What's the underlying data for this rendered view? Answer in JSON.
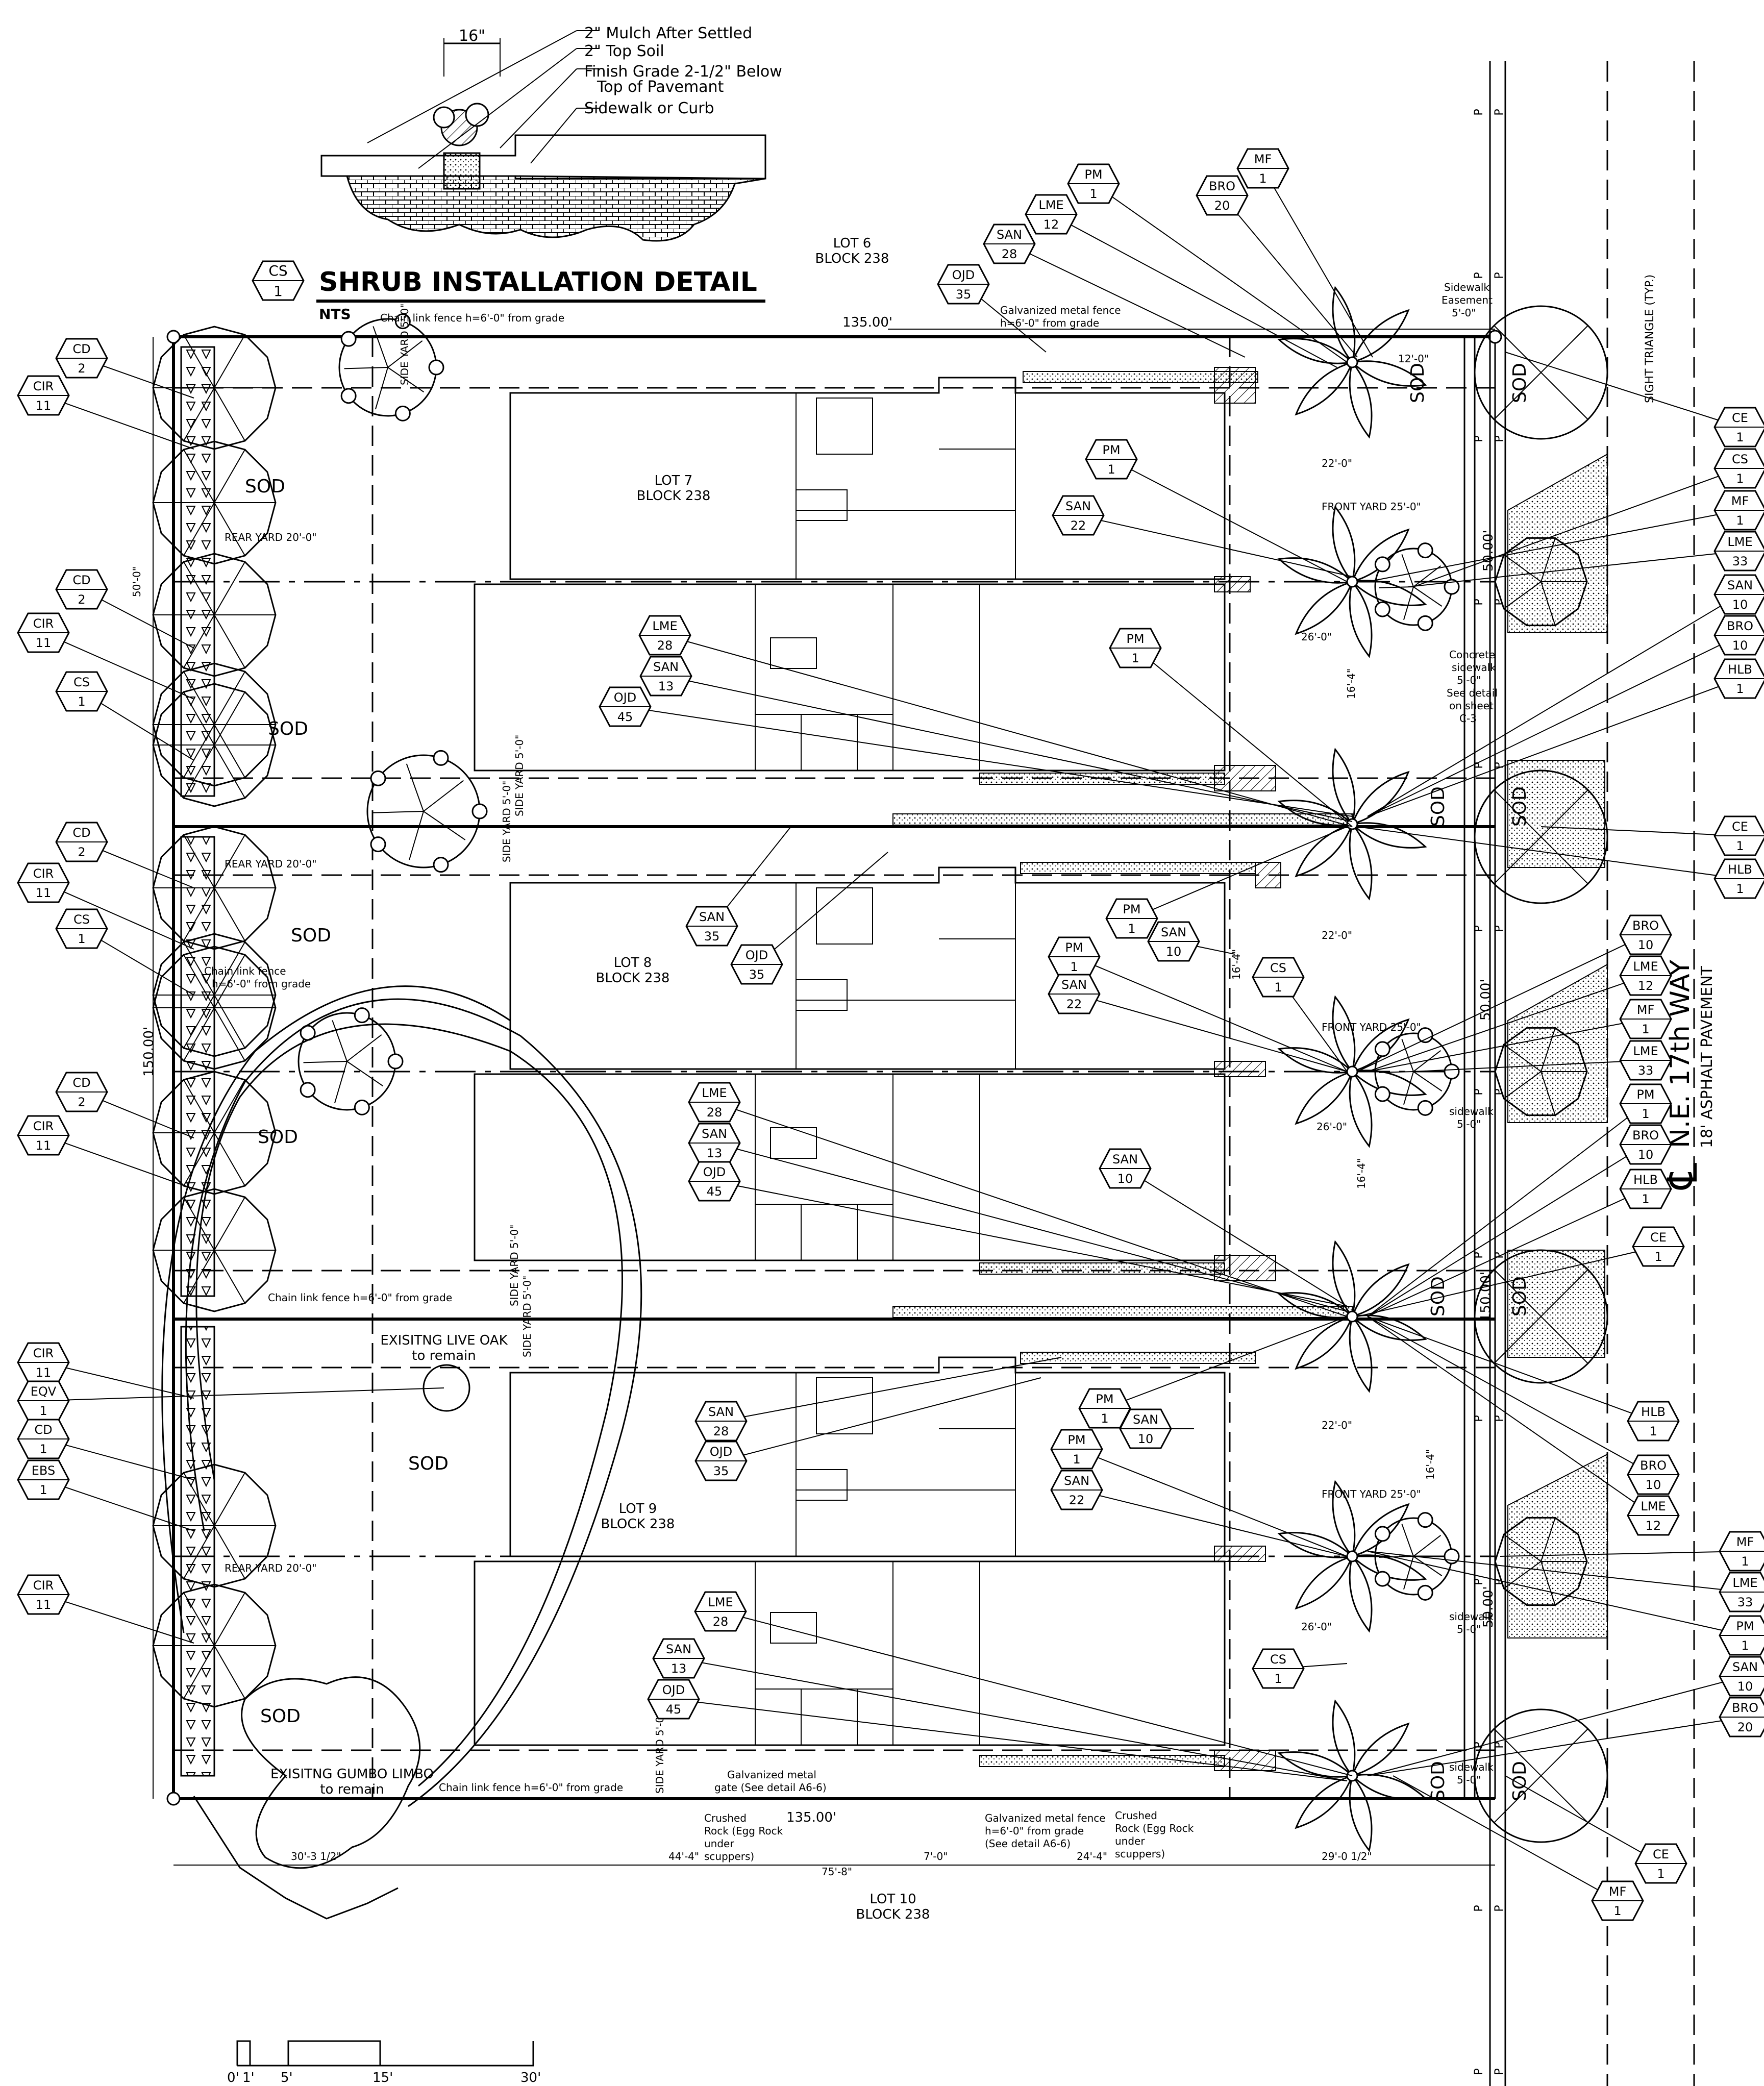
{
  "detail": {
    "title": "SHRUB INSTALLATION DETAIL",
    "scale_note": "NTS",
    "tag_code": "CS",
    "tag_qty": "1",
    "dim_width": "16\"",
    "callouts": [
      "2\" Mulch After Settled",
      "2\" Top Soil",
      "Finish Grade 2-1/2\" Below",
      "Top of Pavemant",
      "Sidewalk or Curb"
    ]
  },
  "lots": [
    {
      "lot": "LOT 6",
      "block": "BLOCK 238"
    },
    {
      "lot": "LOT 7",
      "block": "BLOCK 238"
    },
    {
      "lot": "LOT 8",
      "block": "BLOCK 238"
    },
    {
      "lot": "LOT 9",
      "block": "BLOCK 238"
    },
    {
      "lot": "LOT 10",
      "block": "BLOCK 238"
    }
  ],
  "street": {
    "name": "N.E. 17th WAY",
    "pavement": "18' ASPHALT PAVEMENT",
    "sight_triangle": "SIGHT TRIANGLE (TYP.)",
    "centerline_symbol": "℄"
  },
  "existing": {
    "live_oak": "EXISITNG LIVE OAK",
    "live_oak_sub": "to remain",
    "gumbo_limbo": "EXISITNG GUMBO LIMBO",
    "gumbo_limbo_sub": "to remain"
  },
  "labels": {
    "sod": "SOD",
    "rear_yard": "REAR YARD 20'-0\"",
    "front_yard": "FRONT YARD 25'-0\"",
    "side_yard": "SIDE YARD 5'-0\"",
    "chain_fence": "Chain link fence h=6'-0\" from grade",
    "galv_fence_1": "Galvanized metal fence",
    "galv_fence_2": "h=6'-0\" from grade",
    "galv_gate_1": "Galvanized metal",
    "galv_gate_2": "gate (See detail A6-6)",
    "galv_fence_b1": "Galvanized metal fence",
    "galv_fence_b2": "h=6'-0\" from grade",
    "galv_fence_b3": "(See detail A6-6)",
    "rock_1": "Crushed",
    "rock_2": "Rock (Egg Rock",
    "rock_3": "under",
    "rock_4": "scuppers)",
    "sidewalk_easement_1": "Sidewalk",
    "sidewalk_easement_2": "Easement",
    "sidewalk_easement_3": "5'-0\"",
    "concrete_sidewalk": [
      "Concrete",
      "sidewalk",
      "5'-0\"",
      "See detail",
      "on sheet",
      "C-3"
    ],
    "sidewalk_small": "sidewalk",
    "sidewalk_small_dim": "5'-0\"",
    "chain_fence_mid_1": "Chain link fence",
    "chain_fence_mid_2": "h=6'-0\" from grade"
  },
  "dimensions": {
    "d135": "135.00'",
    "d150": "150.00'",
    "d50": "50.00'",
    "d50ft": "50'-0\"",
    "d22": "22'-0\"",
    "d26": "26'-0\"",
    "d16_4": "16'-4\"",
    "d12": "12'-0\"",
    "bottom": [
      "30'-3 1/2\"",
      "44'-4\"",
      "75'-8\"",
      "7'-0\"",
      "24'-4\"",
      "29'-0 1/2\""
    ]
  },
  "scale_bar": [
    "0'",
    "1'",
    "5'",
    "15'",
    "30'"
  ],
  "tags": [
    {
      "code": "CD",
      "qty": "2"
    },
    {
      "code": "CIR",
      "qty": "11"
    },
    {
      "code": "CD",
      "qty": "2"
    },
    {
      "code": "CIR",
      "qty": "11"
    },
    {
      "code": "CS",
      "qty": "1"
    },
    {
      "code": "CD",
      "qty": "2"
    },
    {
      "code": "CIR",
      "qty": "11"
    },
    {
      "code": "CS",
      "qty": "1"
    },
    {
      "code": "CD",
      "qty": "2"
    },
    {
      "code": "CIR",
      "qty": "11"
    },
    {
      "code": "CIR",
      "qty": "11"
    },
    {
      "code": "EQV",
      "qty": "1"
    },
    {
      "code": "CD",
      "qty": "1"
    },
    {
      "code": "EBS",
      "qty": "1"
    },
    {
      "code": "CIR",
      "qty": "11"
    },
    {
      "code": "OJD",
      "qty": "35"
    },
    {
      "code": "SAN",
      "qty": "28"
    },
    {
      "code": "LME",
      "qty": "12"
    },
    {
      "code": "PM",
      "qty": "1"
    },
    {
      "code": "BRO",
      "qty": "20"
    },
    {
      "code": "MF",
      "qty": "1"
    },
    {
      "code": "PM",
      "qty": "1"
    },
    {
      "code": "SAN",
      "qty": "22"
    },
    {
      "code": "LME",
      "qty": "28"
    },
    {
      "code": "SAN",
      "qty": "13"
    },
    {
      "code": "OJD",
      "qty": "45"
    },
    {
      "code": "PM",
      "qty": "1"
    },
    {
      "code": "SAN",
      "qty": "35"
    },
    {
      "code": "OJD",
      "qty": "35"
    },
    {
      "code": "PM",
      "qty": "1"
    },
    {
      "code": "SAN",
      "qty": "10"
    },
    {
      "code": "PM",
      "qty": "1"
    },
    {
      "code": "SAN",
      "qty": "22"
    },
    {
      "code": "CS",
      "qty": "1"
    },
    {
      "code": "LME",
      "qty": "28"
    },
    {
      "code": "SAN",
      "qty": "13"
    },
    {
      "code": "OJD",
      "qty": "45"
    },
    {
      "code": "SAN",
      "qty": "10"
    },
    {
      "code": "SAN",
      "qty": "28"
    },
    {
      "code": "OJD",
      "qty": "35"
    },
    {
      "code": "PM",
      "qty": "1"
    },
    {
      "code": "SAN",
      "qty": "10"
    },
    {
      "code": "PM",
      "qty": "1"
    },
    {
      "code": "SAN",
      "qty": "22"
    },
    {
      "code": "LME",
      "qty": "28"
    },
    {
      "code": "SAN",
      "qty": "13"
    },
    {
      "code": "OJD",
      "qty": "45"
    },
    {
      "code": "CS",
      "qty": "1"
    },
    {
      "code": "CE",
      "qty": "1"
    },
    {
      "code": "CS",
      "qty": "1"
    },
    {
      "code": "MF",
      "qty": "1"
    },
    {
      "code": "LME",
      "qty": "33"
    },
    {
      "code": "SAN",
      "qty": "10"
    },
    {
      "code": "BRO",
      "qty": "10"
    },
    {
      "code": "HLB",
      "qty": "1"
    },
    {
      "code": "CE",
      "qty": "1"
    },
    {
      "code": "HLB",
      "qty": "1"
    },
    {
      "code": "BRO",
      "qty": "10"
    },
    {
      "code": "LME",
      "qty": "12"
    },
    {
      "code": "MF",
      "qty": "1"
    },
    {
      "code": "LME",
      "qty": "33"
    },
    {
      "code": "PM",
      "qty": "1"
    },
    {
      "code": "BRO",
      "qty": "10"
    },
    {
      "code": "HLB",
      "qty": "1"
    },
    {
      "code": "CE",
      "qty": "1"
    },
    {
      "code": "HLB",
      "qty": "1"
    },
    {
      "code": "BRO",
      "qty": "10"
    },
    {
      "code": "LME",
      "qty": "12"
    },
    {
      "code": "MF",
      "qty": "1"
    },
    {
      "code": "LME",
      "qty": "33"
    },
    {
      "code": "PM",
      "qty": "1"
    },
    {
      "code": "SAN",
      "qty": "10"
    },
    {
      "code": "BRO",
      "qty": "20"
    },
    {
      "code": "CE",
      "qty": "1"
    },
    {
      "code": "MF",
      "qty": "1"
    }
  ]
}
